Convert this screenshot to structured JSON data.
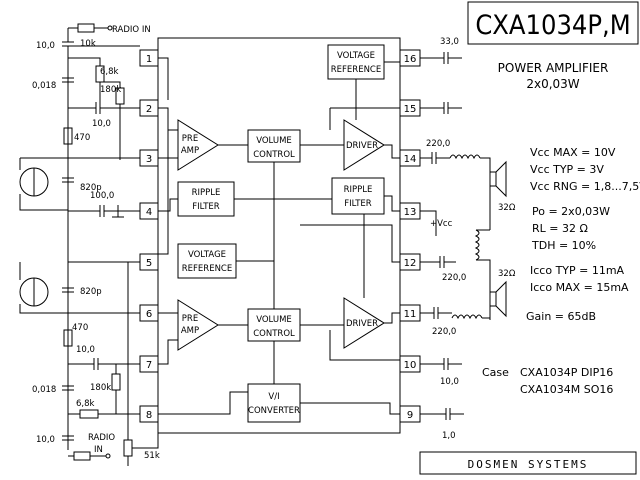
{
  "title": "CXA1034P,M",
  "subtitle": "POWER AMPLIFIER",
  "power": "2x0,03W",
  "specs": {
    "vcc_max": "Vcc MAX = 10V",
    "vcc_typ": "Vcc TYP = 3V",
    "vcc_rng": "Vcc RNG = 1,8...7,5V",
    "po": "Po = 2x0,03W",
    "rl": "RL = 32 Ω",
    "thd": "TDH = 10%",
    "icco_typ": "Icco TYP = 11mA",
    "icco_max": "Icco MAX = 15mA",
    "gain": "Gain = 65dB"
  },
  "case": {
    "label": "Case",
    "p": "CXA1034P  DIP16",
    "m": "CXA1034M  SO16"
  },
  "brand": "DOSMEN   SYSTEMS",
  "blocks": {
    "preamp_top": [
      "PRE",
      "AMP"
    ],
    "preamp_bot": [
      "PRE",
      "AMP"
    ],
    "vol_top": [
      "VOLUME",
      "CONTROL"
    ],
    "vol_bot": [
      "VOLUME",
      "CONTROL"
    ],
    "vref_top": [
      "VOLTAGE",
      "REFERENCE"
    ],
    "vref_mid": [
      "VOLTAGE",
      "REFERENCE"
    ],
    "ripple_left": [
      "RIPPLE",
      "FILTER"
    ],
    "ripple_right": [
      "RIPPLE",
      "FILTER"
    ],
    "driver_top": "DRIVER",
    "driver_bot": "DRIVER",
    "vi": [
      "V/I",
      "CONVERTER"
    ]
  },
  "pins": [
    "1",
    "2",
    "3",
    "4",
    "5",
    "6",
    "7",
    "8",
    "9",
    "10",
    "11",
    "12",
    "13",
    "14",
    "15",
    "16"
  ],
  "components": {
    "radio_in_top": "RADIO IN",
    "radio_in_bot_1": "RADIO",
    "radio_in_bot_2": "IN",
    "r_10k": "10k",
    "c_10_top": "10,0",
    "c_0018_top": "0,018",
    "r_68k_top": "6,8k",
    "r_180k_top": "180k",
    "c_10_pin2": "10,0",
    "r_470_top": "470",
    "c_820_top": "820p",
    "c_100": "100,0",
    "c_820_bot": "820p",
    "r_470_bot": "470",
    "c_10_pin7": "10,0",
    "r_180k_bot": "180k",
    "c_0018_bot": "0,018",
    "r_68k_bot": "6,8k",
    "c_10_bot": "10,0",
    "r_51k": "51k",
    "c_33": "33,0",
    "c_220_top": "220,0",
    "vcc": "+Vcc",
    "c_220_mid": "220,0",
    "c_220_bot": "220,0",
    "c_10_pin10": "10,0",
    "c_1": "1,0",
    "r_32_top": "32Ω",
    "r_32_bot": "32Ω"
  }
}
